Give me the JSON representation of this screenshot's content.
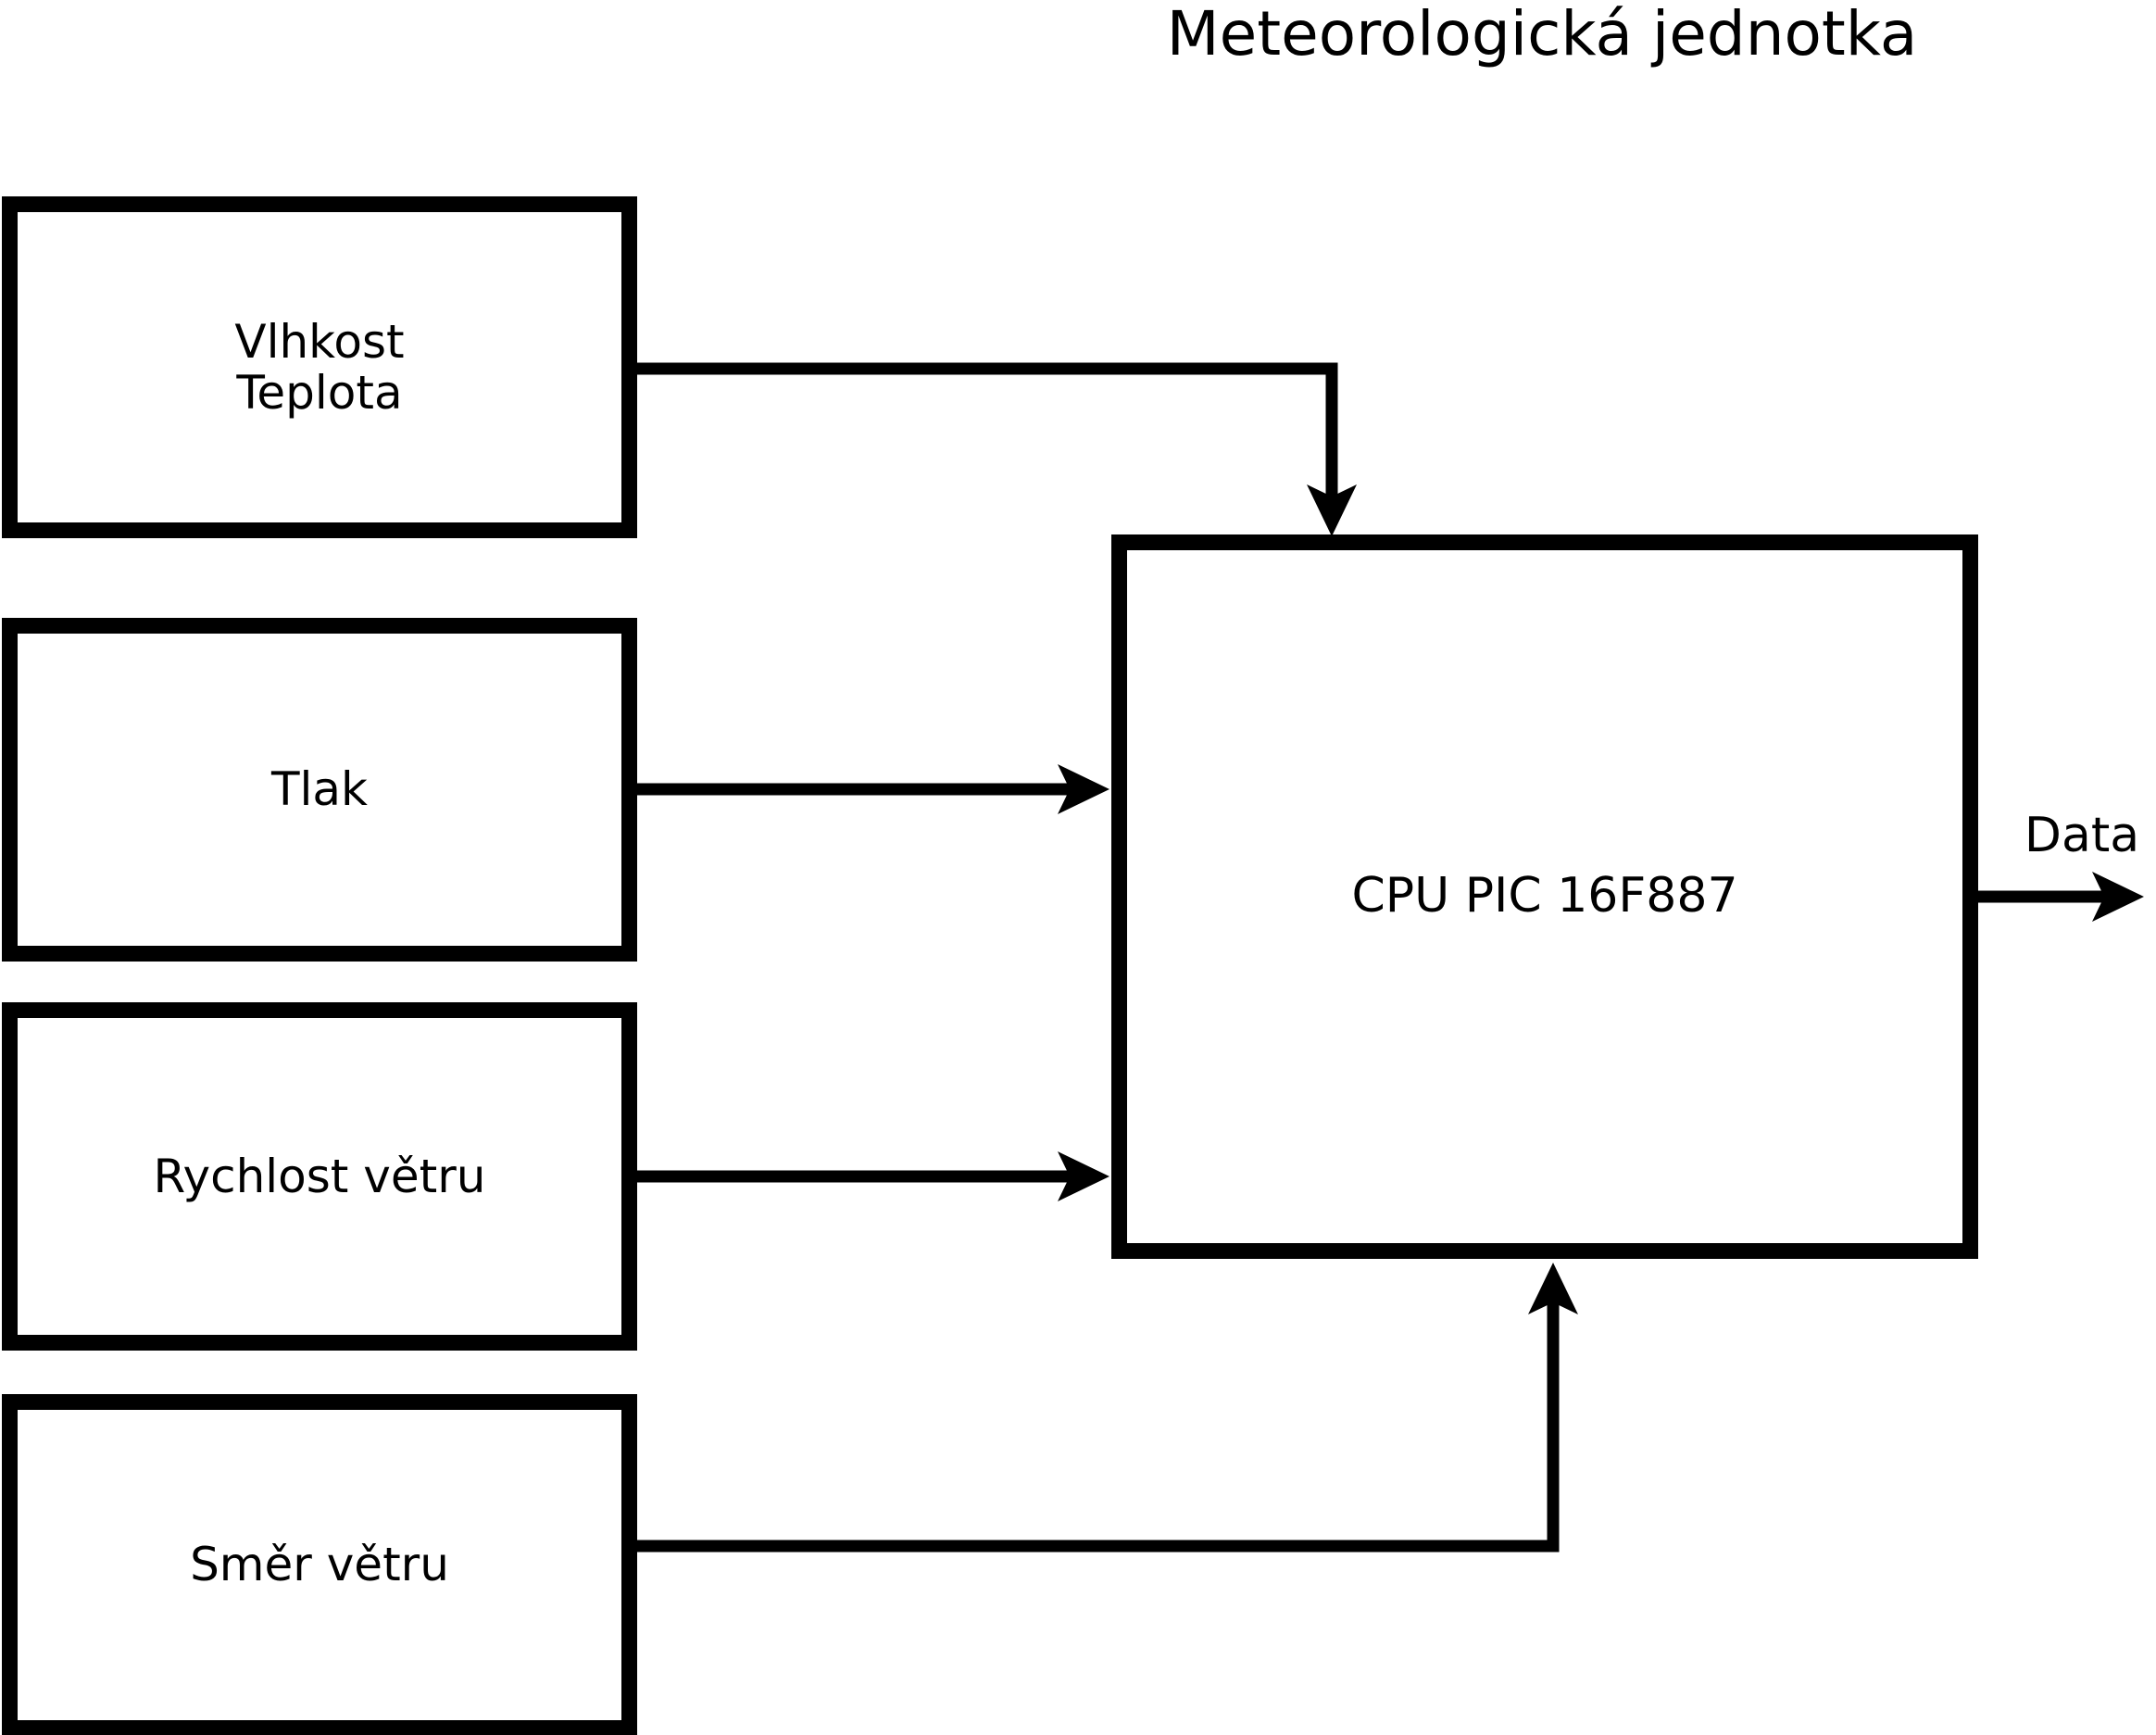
{
  "title": "Meteorologická jednotka",
  "diagram": {
    "sensors": [
      {
        "id": "vlhkost-teplota",
        "lines": [
          "Vlhkost",
          "Teplota"
        ]
      },
      {
        "id": "tlak",
        "lines": [
          "Tlak"
        ]
      },
      {
        "id": "rychlost-vetru",
        "lines": [
          "Rychlost větru"
        ]
      },
      {
        "id": "smer-vetru",
        "lines": [
          "Směr větru"
        ]
      }
    ],
    "cpu": {
      "label": "CPU PIC 16F887"
    },
    "output": {
      "label": "Data"
    },
    "connections": [
      {
        "from": "Vlhkost Teplota",
        "to": "CPU PIC 16F887"
      },
      {
        "from": "Tlak",
        "to": "CPU PIC 16F887"
      },
      {
        "from": "Rychlost větru",
        "to": "CPU PIC 16F887"
      },
      {
        "from": "Směr větru",
        "to": "CPU PIC 16F887"
      },
      {
        "from": "CPU PIC 16F887",
        "to": "Data"
      }
    ]
  },
  "colors": {
    "foreground": "#000000",
    "background": "#ffffff"
  }
}
